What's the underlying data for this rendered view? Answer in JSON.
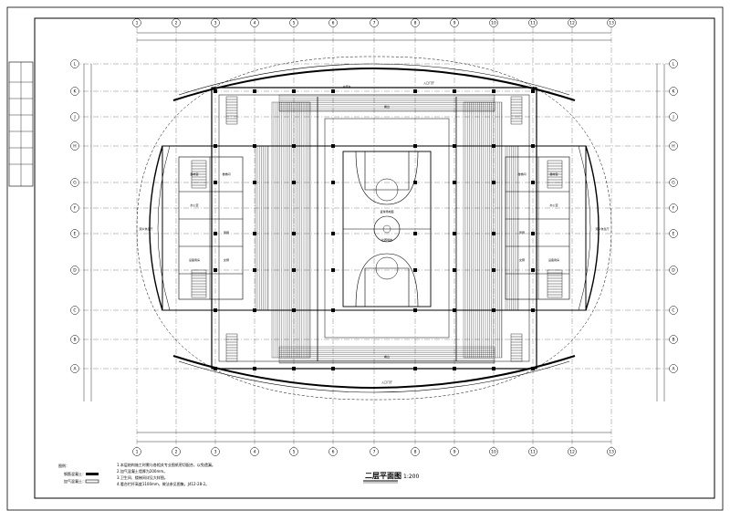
{
  "drawing": {
    "title": "二层平面图",
    "scale": "1:200",
    "legend_heading": "图例：",
    "legend_items": [
      {
        "label": "钢筋混凝土：",
        "pattern": "solid"
      },
      {
        "label": "加气混凝土：",
        "pattern": "outline"
      }
    ],
    "notes": [
      "1.本层结构施工时需与各相关专业图纸密切配合，以免遗漏。",
      "2.加气混凝土墙厚为200mm。",
      "3.卫生间、楼梯间详见大样图。",
      "4.看台栏杆高度1100mm，做法参见图集，J412-28-2。"
    ]
  },
  "court": {
    "label_center": "篮球场地面",
    "label_side": "比赛场地"
  },
  "axes": {
    "column_numbers": [
      "1",
      "2",
      "3",
      "4",
      "5",
      "6",
      "7",
      "8",
      "9",
      "10",
      "11",
      "12",
      "13"
    ],
    "row_letters": [
      "A",
      "B",
      "C",
      "D",
      "E",
      "F",
      "G",
      "H",
      "J",
      "K",
      "L"
    ]
  },
  "rooms": {
    "left": [
      "器材室",
      "办公室",
      "楼梯间",
      "男厕",
      "女厕",
      "设备用房",
      "观众休息厅"
    ],
    "right": [
      "器材室",
      "办公室",
      "楼梯间",
      "男厕",
      "女厕",
      "设备用房",
      "观众休息厅"
    ],
    "top": [
      "看台",
      "主席台",
      "入口门厅"
    ],
    "bottom": [
      "看台",
      "入口门厅"
    ]
  },
  "colors": {
    "line": "#000000",
    "background": "#ffffff"
  }
}
